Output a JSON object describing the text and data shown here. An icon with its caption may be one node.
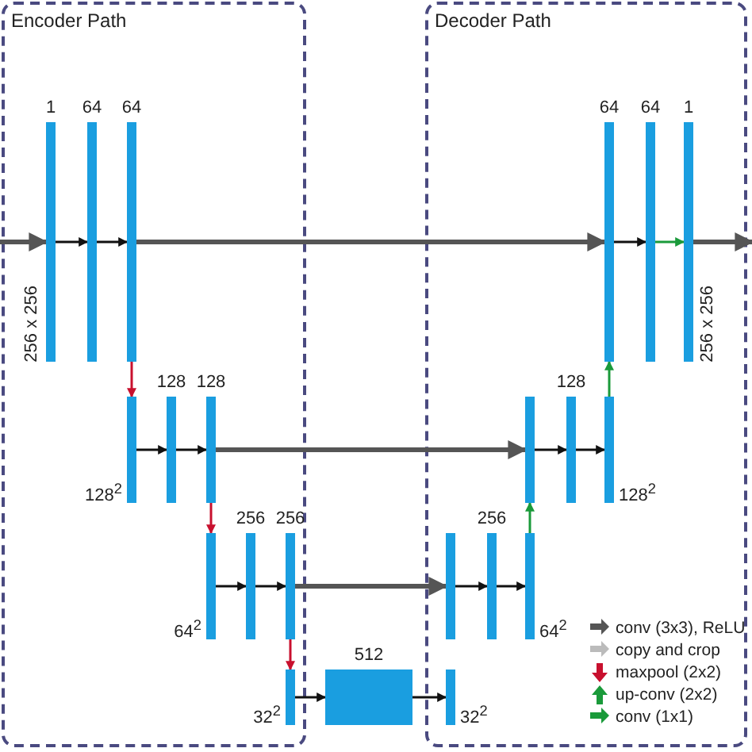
{
  "diagram": {
    "nodes": [
      {
        "text": [
          "Encoder Path"
        ]
      },
      {
        "text": [
          "Decoder Path"
        ]
      },
      {
        "text": [
          "1"
        ],
        "beside": [
          "256 x 256"
        ],
        "in": 0
      },
      {
        "text": [
          "64"
        ],
        "in": 0
      },
      {
        "text": [
          "64"
        ],
        "in": 0
      },
      {
        "text": [
          "64"
        ],
        "in": 1
      },
      {
        "text": [
          "64"
        ],
        "in": 1
      },
      {
        "text": [
          "1"
        ],
        "beside": [
          "256 x 256"
        ],
        "in": 1
      },
      {
        "text": [],
        "shape": "bar",
        "beside": [
          "128$^{2}$"
        ],
        "in": 0
      },
      {
        "text": [
          "128"
        ],
        "in": 0
      },
      {
        "text": [
          "128"
        ],
        "in": 0
      },
      {
        "text": [],
        "shape": "bar",
        "in": 1
      },
      {
        "text": [
          "128"
        ],
        "in": 1
      },
      {
        "text": [],
        "shape": "bar",
        "beside": [
          "128$^{2}$"
        ],
        "in": 1
      },
      {
        "text": [],
        "shape": "bar",
        "beside": [
          "64$^{2}$"
        ],
        "in": 0
      },
      {
        "text": [
          "256"
        ],
        "in": 0
      },
      {
        "text": [
          "256"
        ],
        "in": 0
      },
      {
        "text": [],
        "shape": "bar",
        "in": 1
      },
      {
        "text": [
          "256"
        ],
        "in": 1
      },
      {
        "text": [],
        "shape": "bar",
        "beside": [
          "64$^{2}$"
        ],
        "in": 1
      },
      {
        "text": [],
        "shape": "bar",
        "beside": [
          "32$^{2}$"
        ],
        "in": 0
      },
      {
        "text": [
          "512"
        ]
      },
      {
        "text": [],
        "shape": "bar",
        "beside": [
          "32$^{2}$"
        ],
        "in": 1
      }
    ],
    "edges": [
      {
        "from": null,
        "to": 2,
        "arrow": "to",
        "style": "thick",
        "color": "#555555"
      },
      {
        "from": 2,
        "to": 3,
        "arrow": "to"
      },
      {
        "from": 3,
        "to": 4,
        "arrow": "to"
      },
      {
        "from": 4,
        "to": 5,
        "arrow": "to",
        "style": "thick",
        "color": "#555555"
      },
      {
        "from": 5,
        "to": 6,
        "arrow": "to"
      },
      {
        "from": 6,
        "to": 7,
        "arrow": "to",
        "color": "#1a9a3a"
      },
      {
        "from": 7,
        "to": null,
        "arrow": "to",
        "style": "thick",
        "color": "#555555"
      },
      {
        "from": 4,
        "to": 8,
        "arrow": "to",
        "color": "#c8102e"
      },
      {
        "from": 8,
        "to": 9,
        "arrow": "to"
      },
      {
        "from": 9,
        "to": 10,
        "arrow": "to"
      },
      {
        "from": 10,
        "to": 11,
        "arrow": "to",
        "style": "thick",
        "color": "#555555"
      },
      {
        "from": 11,
        "to": 12,
        "arrow": "to"
      },
      {
        "from": 12,
        "to": 13,
        "arrow": "to"
      },
      {
        "from": 13,
        "to": 5,
        "arrow": "to",
        "color": "#1a9a3a"
      },
      {
        "from": 10,
        "to": 14,
        "arrow": "to",
        "color": "#c8102e"
      },
      {
        "from": 14,
        "to": 15,
        "arrow": "to"
      },
      {
        "from": 15,
        "to": 16,
        "arrow": "to"
      },
      {
        "from": 16,
        "to": 17,
        "arrow": "to",
        "style": "thick",
        "color": "#555555"
      },
      {
        "from": 17,
        "to": 18,
        "arrow": "to"
      },
      {
        "from": 18,
        "to": 19,
        "arrow": "to"
      },
      {
        "from": 19,
        "to": 11,
        "arrow": "to",
        "color": "#1a9a3a"
      },
      {
        "from": 16,
        "to": 20,
        "arrow": "to",
        "color": "#c8102e"
      },
      {
        "from": 20,
        "to": 21,
        "arrow": "to"
      },
      {
        "from": 21,
        "to": 22,
        "arrow": "to"
      }
    ],
    "legend": [
      {
        "text": "conv (3x3), ReLU"
      },
      {
        "text": "copy and crop"
      },
      {
        "text": "maxpool (2x2)"
      },
      {
        "text": "up-conv (2x2)"
      },
      {
        "text": "conv (1x1)"
      }
    ]
  }
}
